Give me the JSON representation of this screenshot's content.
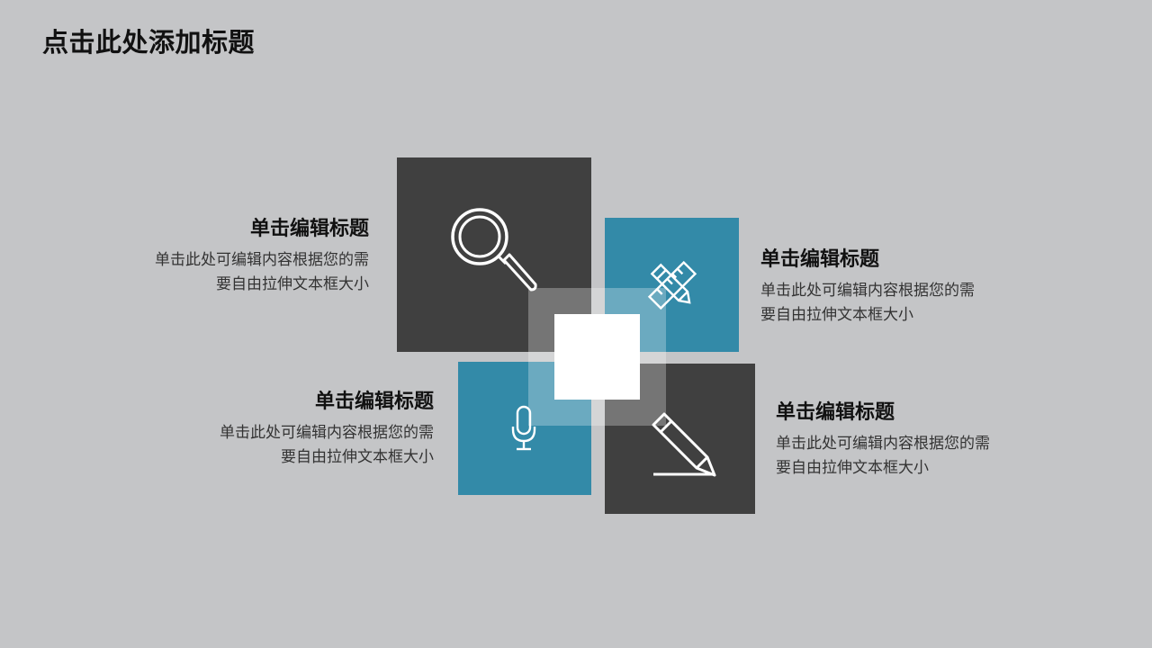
{
  "slide": {
    "title": "点击此处添加标题"
  },
  "blocks": {
    "top_left": {
      "heading": "单击编辑标题",
      "line1": "单击此处可编辑内容根据您的需",
      "line2": "要自由拉伸文本框大小"
    },
    "top_right": {
      "heading": "单击编辑标题",
      "line1": "单击此处可编辑内容根据您的需",
      "line2": "要自由拉伸文本框大小"
    },
    "bottom_left": {
      "heading": "单击编辑标题",
      "line1": "单击此处可编辑内容根据您的需",
      "line2": "要自由拉伸文本框大小"
    },
    "bottom_right": {
      "heading": "单击编辑标题",
      "line1": "单击此处可编辑内容根据您的需",
      "line2": "要自由拉伸文本框大小"
    }
  },
  "icons": {
    "top_left": "magnifier-icon",
    "top_right": "ruler-pencil-icon",
    "bottom_left": "microphone-icon",
    "bottom_right": "pencil-icon"
  },
  "colors": {
    "background": "#c4c5c7",
    "dark_tile": "#404040",
    "blue_tile": "#338aa8",
    "center": "#ffffff"
  }
}
